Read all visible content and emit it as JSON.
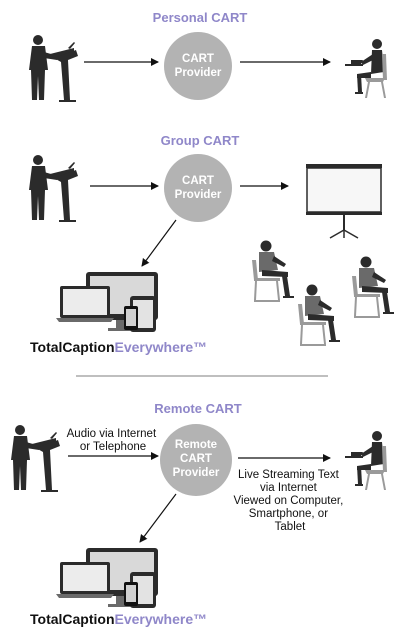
{
  "colors": {
    "title": "#8f87c9",
    "circle": "#b3b3b3",
    "circle_text": "#ffffff",
    "brand_dark": "#111111",
    "brand_accent": "#8f87c9",
    "silhouette": "#2b2b2b",
    "chair": "#9a9a9a",
    "divider": "#555555"
  },
  "sections": {
    "personal": {
      "title": "Personal CART",
      "provider": {
        "line1": "CART",
        "line2": "Provider"
      }
    },
    "group": {
      "title": "Group CART",
      "provider": {
        "line1": "CART",
        "line2": "Provider"
      }
    },
    "remote": {
      "title": "Remote CART",
      "provider": {
        "line1": "Remote",
        "line2": "CART",
        "line3": "Provider"
      },
      "audio_note": {
        "line1": "Audio via Internet",
        "line2": "or Telephone"
      },
      "stream_note": {
        "line1": "Live Streaming Text",
        "line2": "via Internet",
        "line3": "Viewed on Computer,",
        "line4": "Smartphone, or",
        "line5": "Tablet"
      }
    }
  },
  "brand": {
    "part1": "TotalCaption",
    "part2": "Everywhere™"
  },
  "icons": [
    "speaker-at-podium-icon",
    "laptop-user-icon",
    "projection-screen-icon",
    "audience-member-icon",
    "devices-icon"
  ]
}
